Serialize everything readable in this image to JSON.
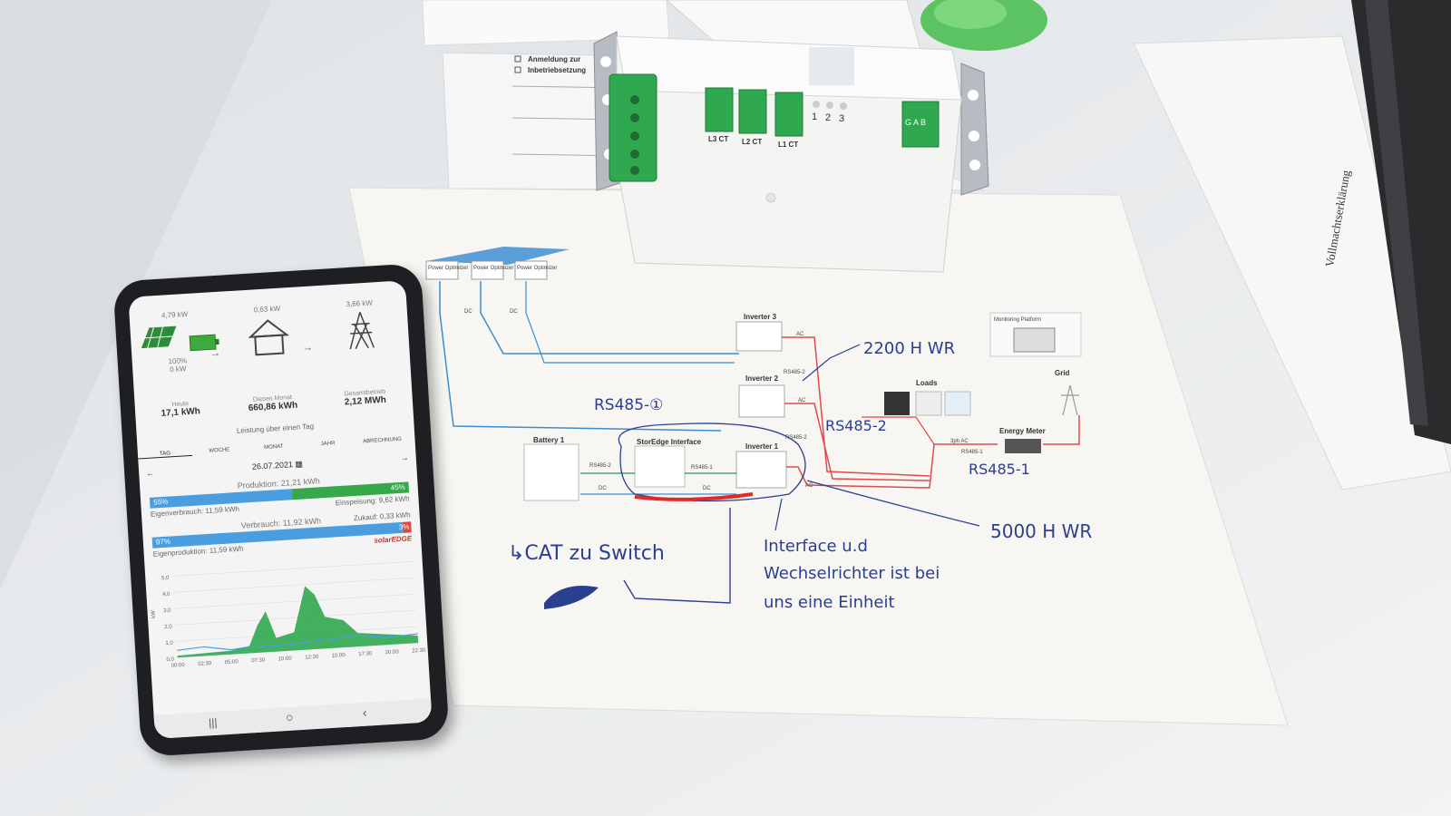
{
  "chart_data": {
    "type": "area",
    "title": "",
    "xlabel": "",
    "ylabel": "kW",
    "x": [
      "00:00",
      "02:30",
      "05:00",
      "07:30",
      "10:00",
      "12:30",
      "15:00",
      "17:30",
      "20:00",
      "22:30"
    ],
    "y_ticks": [
      "0,0",
      "1,0",
      "2,0",
      "3,0",
      "4,0",
      "5,0"
    ],
    "ylim": [
      0,
      5
    ],
    "series": []
  },
  "phone": {
    "flow": {
      "pv_power": "4,79 kW",
      "house_power": "0,63 kW",
      "grid_power": "3,66 kW",
      "battery_pct": "100%",
      "battery_power": "0 kW"
    },
    "stats": [
      {
        "label": "Heute",
        "value": "17,1 kWh"
      },
      {
        "label": "Diesen Monat",
        "value": "660,86 kWh"
      },
      {
        "label": "Gesamtbetrieb",
        "value": "2,12 MWh"
      }
    ],
    "section_title": "Leistung über einen Tag",
    "tabs": [
      "TAG",
      "WOCHE",
      "MONAT",
      "JAHR",
      "ABRECHNUNG"
    ],
    "date": "26.07.2021",
    "production": {
      "label": "Produktion: 21,21 kWh",
      "self_pct": "55%",
      "feed_pct": "45%",
      "self_label": "Eigenverbrauch: 11,59 kWh",
      "feed_label": "Einspeisung: 9,62 kWh",
      "self_frac": 0.55
    },
    "consumption": {
      "label": "Verbrauch: 11,92 kWh",
      "self_pct": "97%",
      "grid_pct": "3%",
      "self_label": "Eigenproduktion: 11,59 kWh",
      "grid_label": "Zukauf: 0,33 kWh",
      "self_frac": 0.97
    },
    "brand": "solarEDGE"
  },
  "diagram": {
    "optimizer_label": "Power Optimizer",
    "dc": "DC",
    "ac": "AC",
    "inverter1": "Inverter 1",
    "inverter2": "Inverter 2",
    "inverter3": "Inverter 3",
    "battery": "Battery 1",
    "storedge": "StorEdge Interface",
    "rs485_2": "RS485-2",
    "rs485_1": "RS485-1",
    "loads": "Loads",
    "monitoring": "Monitoring Platform",
    "grid": "Grid",
    "energy_meter": "Energy Meter",
    "ac_3ph": "3ph AC"
  },
  "handwriting": {
    "wr2200": "2200 H WR",
    "rs485_1_circled": "RS485-①",
    "rs485_2": "RS485-2",
    "rs485_1": "RS485-1",
    "wr5000": "5000 H WR",
    "cat": "↳CAT zu Switch",
    "note1": "Interface u.d",
    "note2": "Wechselrichter ist bei",
    "note3": "uns eine Einheit"
  },
  "meter": {
    "ct_labels": [
      "L3 CT",
      "L2 CT",
      "L1 CT"
    ],
    "leds": [
      "1",
      "2",
      "3"
    ],
    "gab": "G A B"
  },
  "paper": {
    "form_title": "Anmeldung zur",
    "form_item": "Inbetriebsetzung",
    "vollmacht": "Vollmachtserklärung"
  }
}
